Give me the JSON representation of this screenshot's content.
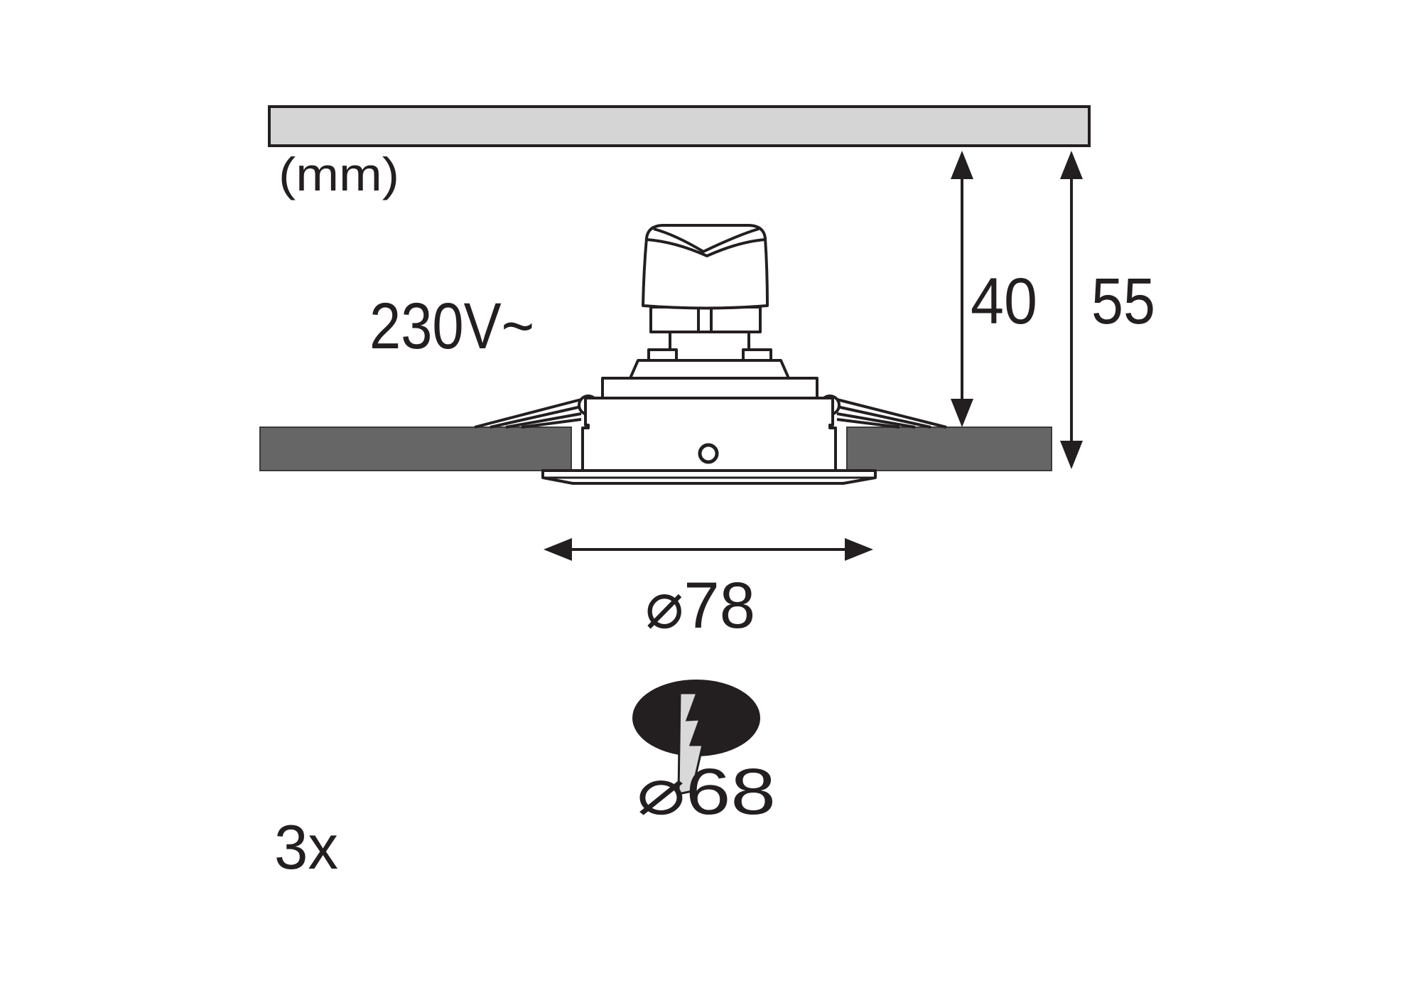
{
  "diagram": {
    "title": "Recessed downlight installation dimensions",
    "unit_label": "(mm)",
    "voltage_label": "230V~",
    "quantity_label": "3x",
    "dimensions": {
      "height_to_ceiling_surface": {
        "label": "40",
        "value_mm": 40
      },
      "total_height": {
        "label": "55",
        "value_mm": 55
      },
      "outer_diameter": {
        "label": "⌀78",
        "value_mm": 78
      },
      "cutout_diameter": {
        "label": "⌀68",
        "value_mm": 68
      }
    },
    "icons": {
      "cutout": "ceiling-cutout-drill-icon",
      "lightning": "lightning-bolt-icon"
    },
    "colors": {
      "ink": "#231f20",
      "upper_ceiling": "#d4d5d4",
      "ceiling_board": "#666666",
      "bolt": "#d8d9d8"
    }
  }
}
